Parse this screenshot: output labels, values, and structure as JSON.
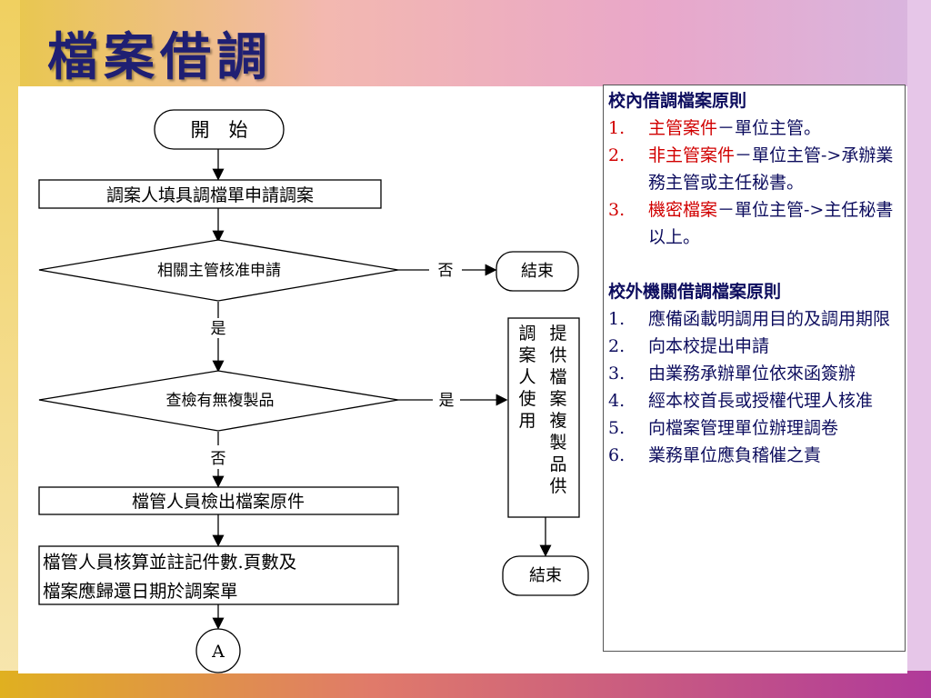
{
  "title": "檔案借調",
  "flow": {
    "start": "開　始",
    "step1": "調案人填具調檔單申請調案",
    "decision1": "相關主管核准申請",
    "d1_no": "否",
    "d1_yes": "是",
    "end1": "結束",
    "decision2": "查檢有無複製品",
    "d2_yes": "是",
    "d2_no": "否",
    "provide_copy_col1": "提供檔案複製品供",
    "provide_copy_col2": "調案人使用",
    "end2": "結束",
    "step2": "檔管人員檢出檔案原件",
    "step3_line1": "檔管人員核算並註記件數.頁數及",
    "step3_line2": "檔案應歸還日期於調案單",
    "connector": "A"
  },
  "rules": {
    "internal_title": "校內借調檔案原則",
    "internal": [
      {
        "num": "1.",
        "highlight": "主管案件",
        "text": "－單位主管。"
      },
      {
        "num": "2.",
        "highlight": "非主管案件",
        "text": "－單位主管->承辦業務主管或主任秘書。"
      },
      {
        "num": "3.",
        "highlight": "機密檔案",
        "text": "－單位主管->主任秘書以上。"
      }
    ],
    "external_title": "校外機關借調檔案原則",
    "external": [
      {
        "num": "1.",
        "text": "應備函載明調用目的及調用期限"
      },
      {
        "num": "2.",
        "text": "向本校提出申請"
      },
      {
        "num": "3.",
        "text": "由業務承辦單位依來函簽辦"
      },
      {
        "num": "4.",
        "text": "經本校首長或授權代理人核准"
      },
      {
        "num": "5.",
        "text": "向檔案管理單位辦理調卷"
      },
      {
        "num": "6.",
        "text": "業務單位應負稽催之責"
      }
    ]
  },
  "colors": {
    "title": "#1f1f73",
    "highlight": "#d10000",
    "text": "#0d0d5e"
  }
}
